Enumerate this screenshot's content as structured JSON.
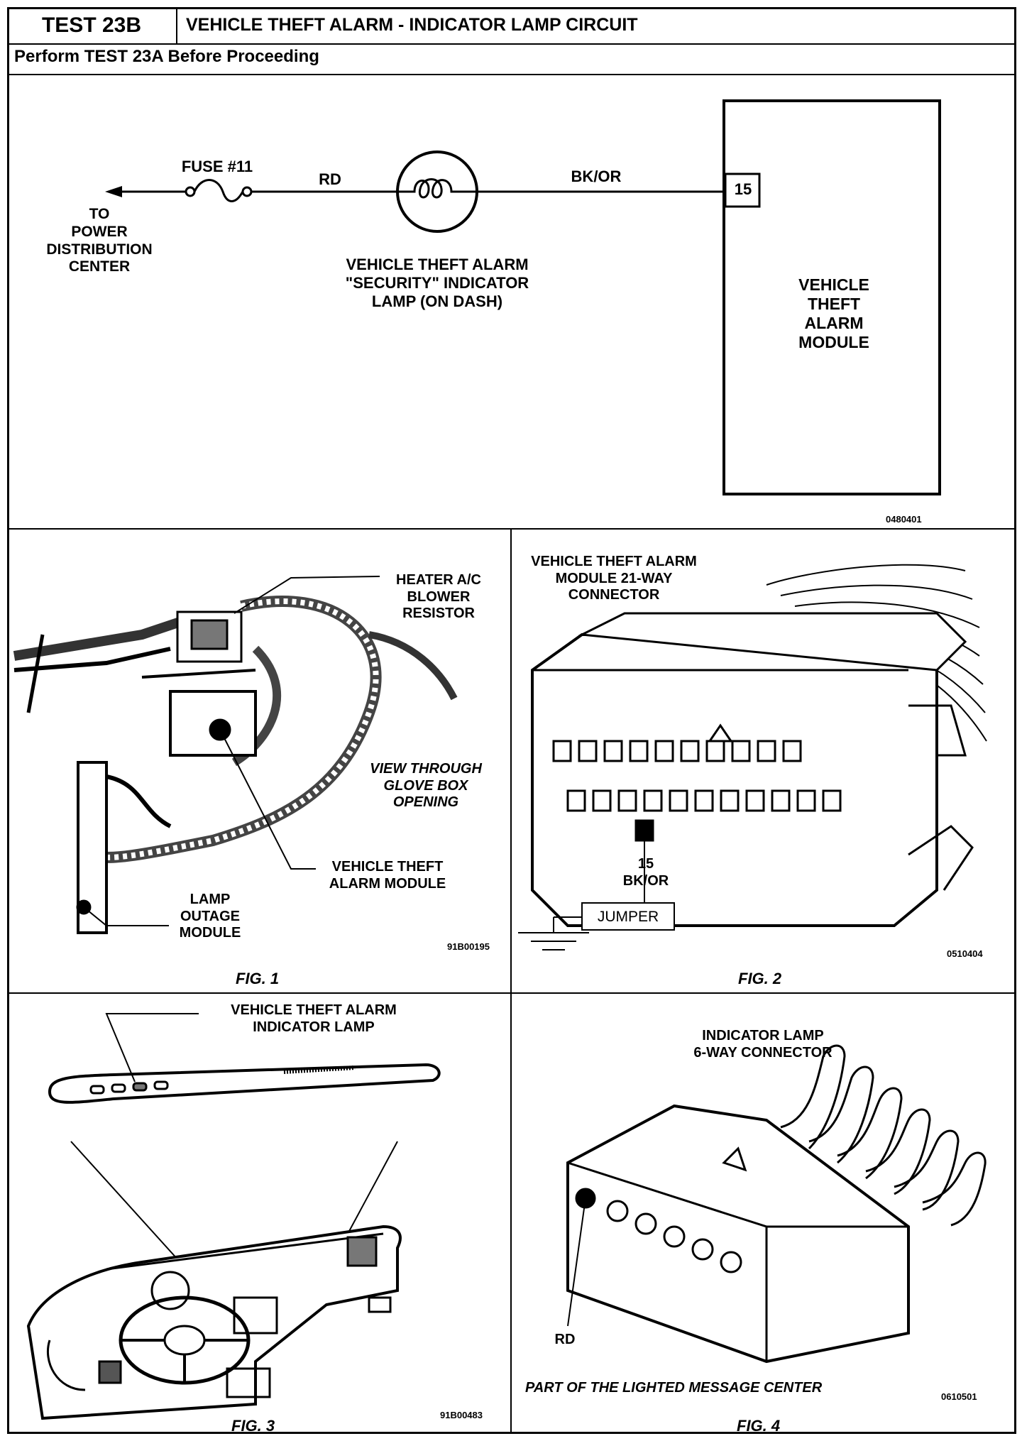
{
  "header": {
    "test_id": "TEST 23B",
    "title": "VEHICLE THEFT ALARM - INDICATOR LAMP CIRCUIT",
    "prerequisite": "Perform TEST 23A Before Proceeding"
  },
  "schematic": {
    "power_label": "TO\nPOWER\nDISTRIBUTION\nCENTER",
    "fuse_label": "FUSE #11",
    "wire_rd": "RD",
    "wire_bkor": "BK/OR",
    "lamp_label": "VEHICLE THEFT ALARM\n\"SECURITY\" INDICATOR\nLAMP (ON DASH)",
    "pin": "15",
    "module_label": "VEHICLE\nTHEFT\nALARM\nMODULE",
    "code": "0480401"
  },
  "fig1": {
    "label_blower": "HEATER A/C\nBLOWER\nRESISTOR",
    "label_view": "VIEW THROUGH\nGLOVE BOX\nOPENING",
    "label_module": "VEHICLE THEFT\nALARM MODULE",
    "label_lamp_outage": "LAMP\nOUTAGE\nMODULE",
    "code": "91B00195",
    "caption": "FIG. 1"
  },
  "fig2": {
    "label_connector": "VEHICLE THEFT ALARM\nMODULE 21-WAY\nCONNECTOR",
    "pin_label": "15\nBK/OR",
    "jumper": "JUMPER",
    "code": "0510404",
    "caption": "FIG. 2"
  },
  "fig3": {
    "label_lamp": "VEHICLE THEFT ALARM\nINDICATOR LAMP",
    "code": "91B00483",
    "caption": "FIG. 3"
  },
  "fig4": {
    "label_connector": "INDICATOR LAMP\n6-WAY CONNECTOR",
    "rd": "RD",
    "note": "PART OF THE LIGHTED MESSAGE CENTER",
    "code": "0610501",
    "caption": "FIG. 4"
  }
}
